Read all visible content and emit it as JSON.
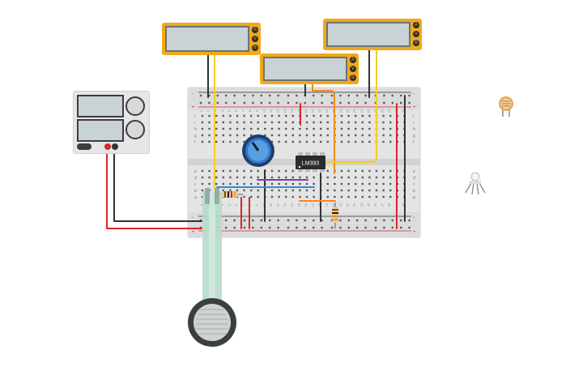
{
  "circuit": {
    "ic_label": "LM393",
    "multimeter_terminals": [
      "A",
      "V",
      "B"
    ],
    "breadboard_row_labels_top": [
      "j",
      "i",
      "h",
      "g",
      "f"
    ],
    "breadboard_row_labels_bottom": [
      "e",
      "d",
      "c",
      "b",
      "a"
    ],
    "breadboard_column_numbers": [
      "1",
      "2",
      "3",
      "4",
      "5",
      "6",
      "7",
      "8",
      "9",
      "10",
      "11",
      "12",
      "13",
      "14",
      "15",
      "16",
      "17",
      "18",
      "19",
      "20",
      "21",
      "22",
      "23",
      "24",
      "25",
      "26",
      "27",
      "28",
      "29",
      "30"
    ],
    "rail_symbols": [
      "-",
      "+"
    ],
    "colors": {
      "multimeter": "#f2a81b",
      "breadboard": "#e4e4e4",
      "wire_red": "#d8262d",
      "wire_black": "#333333",
      "wire_yellow": "#f3cf1d",
      "wire_orange": "#f08a1c",
      "wire_blue": "#2a8fd6",
      "wire_purple": "#7a3ea8",
      "potentiometer": "#2e79c8",
      "fsr_strip": "#b7dcc9",
      "fsr_pad": "#3b3f40"
    },
    "icons": [
      "power-supply-icon",
      "multimeter-icon",
      "potentiometer-icon",
      "photoresistor-icon",
      "rgb-led-icon",
      "force-sensor-icon",
      "resistor-icon"
    ]
  }
}
